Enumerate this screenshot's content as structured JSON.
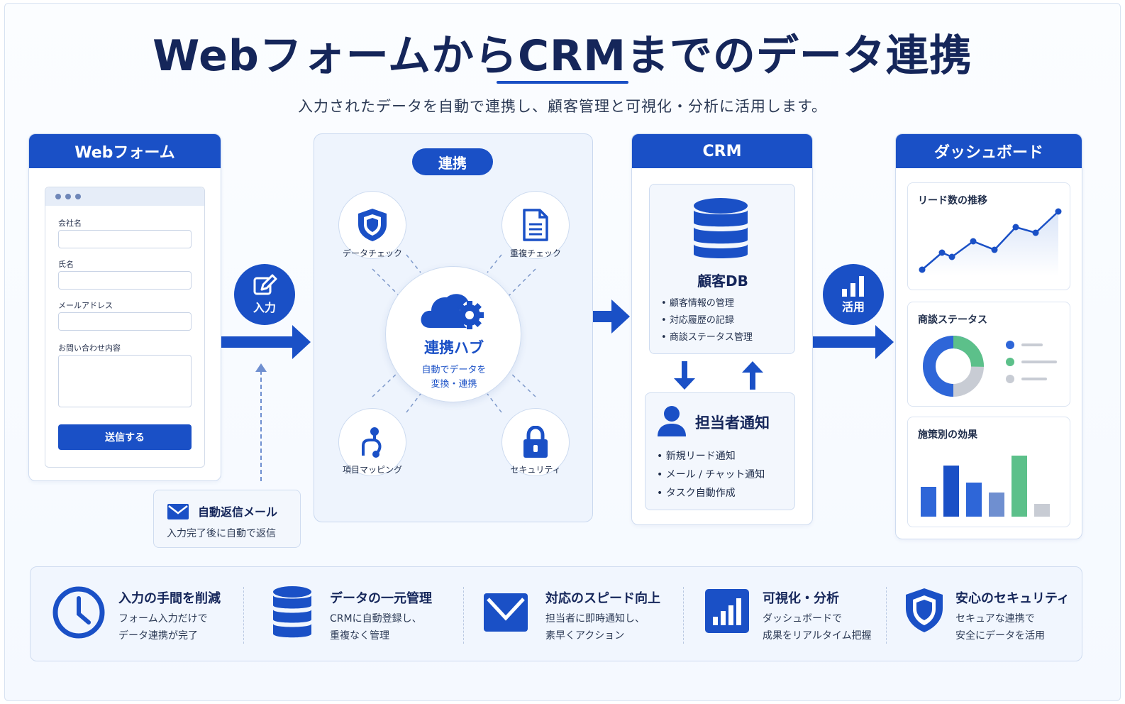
{
  "header": {
    "title": "WebフォームからCRMまでのデータ連携",
    "subtitle": "入力されたデータを自動で連携し、顧客管理と可視化・分析に活用します。"
  },
  "webform": {
    "heading": "Webフォーム",
    "fields": [
      {
        "label": "会社名"
      },
      {
        "label": "氏名"
      },
      {
        "label": "メールアドレス"
      },
      {
        "label": "お問い合わせ内容"
      }
    ],
    "submit_label": "送信する"
  },
  "input_badge": {
    "label": "入力",
    "icon": "edit-icon"
  },
  "auto_reply": {
    "title": "自動返信メール",
    "desc": "入力完了後に自動で返信",
    "icon": "envelope-icon"
  },
  "integration": {
    "heading": "連携",
    "hub": {
      "title": "連携ハブ",
      "line1": "自動でデータを",
      "line2": "変換・連携"
    },
    "nodes": [
      {
        "label": "データチェック",
        "icon": "shield-icon"
      },
      {
        "label": "重複チェック",
        "icon": "document-icon"
      },
      {
        "label": "項目マッピング",
        "icon": "mapping-icon"
      },
      {
        "label": "セキュリティ",
        "icon": "lock-icon"
      }
    ]
  },
  "crm": {
    "heading": "CRM",
    "db": {
      "title": "顧客DB",
      "items": [
        "顧客情報の管理",
        "対応履歴の記録",
        "商談ステータス管理"
      ]
    },
    "notify": {
      "title": "担当者通知",
      "items": [
        "新規リード通知",
        "メール / チャット通知",
        "タスク自動作成"
      ]
    }
  },
  "use_badge": {
    "label": "活用",
    "icon": "bar-chart-icon"
  },
  "dashboard": {
    "heading": "ダッシュボード",
    "cards": [
      {
        "title": "リード数の推移",
        "type": "line"
      },
      {
        "title": "商談ステータス",
        "type": "donut"
      },
      {
        "title": "施策別の効果",
        "type": "bar"
      }
    ]
  },
  "benefits": [
    {
      "title": "入力の手間を削減",
      "line1": "フォーム入力だけで",
      "line2": "データ連携が完了",
      "icon": "clock-icon"
    },
    {
      "title": "データの一元管理",
      "line1": "CRMに自動登録し、",
      "line2": "重複なく管理",
      "icon": "database-icon"
    },
    {
      "title": "対応のスピード向上",
      "line1": "担当者に即時通知し、",
      "line2": "素早くアクション",
      "icon": "mail-icon"
    },
    {
      "title": "可視化・分析",
      "line1": "ダッシュボードで",
      "line2": "成果をリアルタイム把握",
      "icon": "bar-chart-icon"
    },
    {
      "title": "安心のセキュリティ",
      "line1": "セキュアな連携で",
      "line2": "安全にデータを活用",
      "icon": "shield-icon"
    }
  ],
  "colors": {
    "primary": "#1a50c6",
    "accent_green": "#5cc08a",
    "gray": "#c8ccd4",
    "navy": "#15265a"
  }
}
